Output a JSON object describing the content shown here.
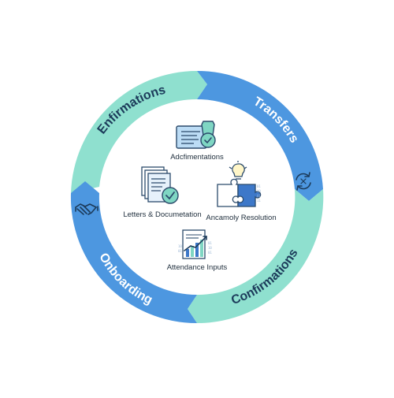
{
  "colors": {
    "blue": "#4d97e0",
    "teal": "#8fe0cf",
    "label_dark": "#1c3b5a",
    "label_light": "#ffffff",
    "icon_stroke": "#2b4a6b",
    "icon_fill_blue": "#bcdcf5",
    "icon_fill_teal": "#7fd6c3"
  },
  "cycle": {
    "segments": [
      {
        "label": "Enfirmations",
        "color": "teal",
        "label_color": "label_dark",
        "icon": "none"
      },
      {
        "label": "Transfers",
        "color": "blue",
        "label_color": "label_light",
        "icon": "refresh-icon"
      },
      {
        "label": "Confirmations",
        "color": "teal",
        "label_color": "label_dark",
        "icon": "none"
      },
      {
        "label": "Onboarding",
        "color": "blue",
        "label_color": "label_light",
        "icon": "handshake-icon"
      }
    ]
  },
  "center": {
    "items": [
      {
        "label": "Adcfimentations",
        "icon": "certificate-document-icon"
      },
      {
        "label": "Letters & Documetation",
        "icon": "stacked-letters-icon"
      },
      {
        "label": "Ancamoly Resolution",
        "icon": "puzzle-lightbulb-icon"
      },
      {
        "label": "Attendance Inputs",
        "icon": "chart-clipboard-icon"
      }
    ]
  }
}
